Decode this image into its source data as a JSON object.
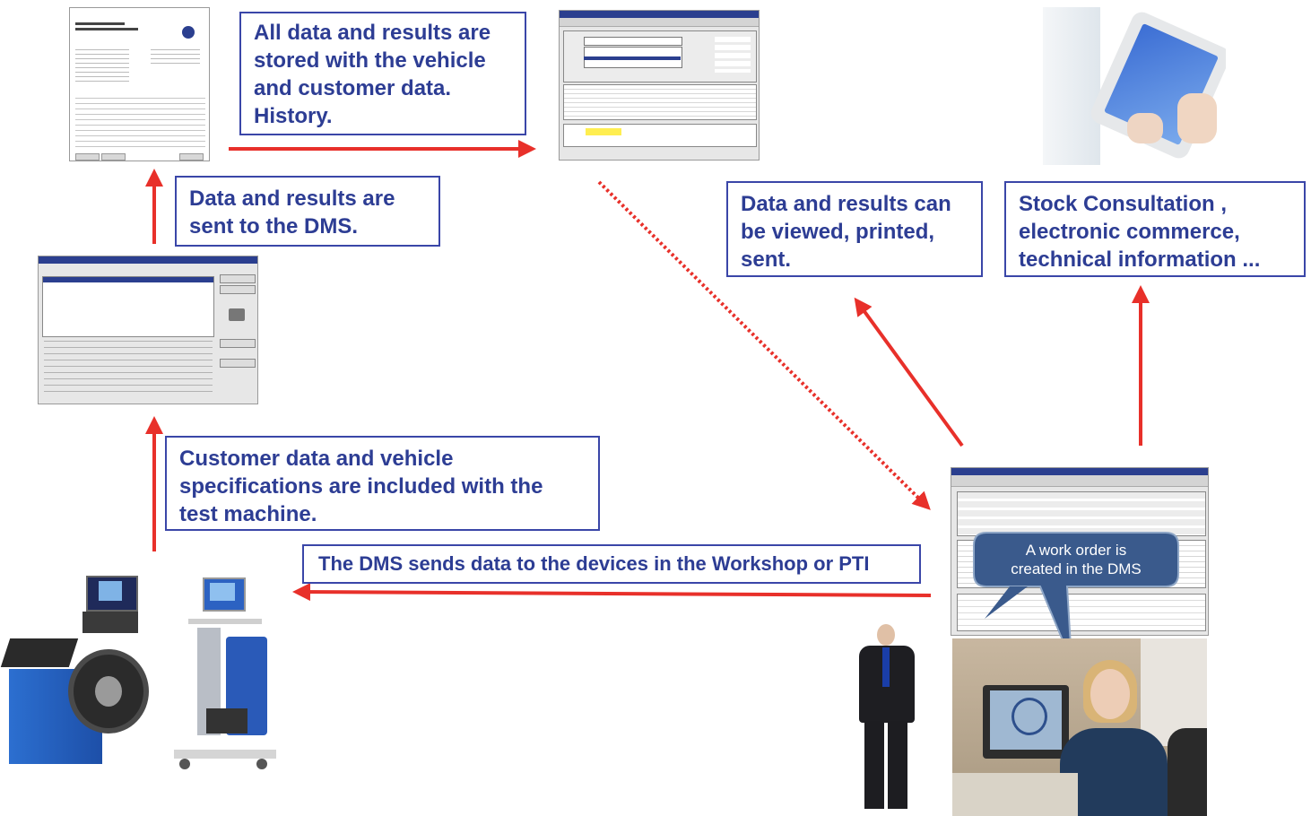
{
  "boxes": {
    "stored": "All data and results are\nstored with the vehicle\nand customer data.\nHistory.",
    "sent_dms": "Data and results are\nsent to the DMS.",
    "viewed": "Data and results can\nbe viewed, printed,\nsent.",
    "stock": "Stock Consultation ,\nelectronic commerce,\ntechnical information  ...",
    "customer": "Customer data and vehicle\nspecifications are included with the\ntest machine.",
    "dms_sends": "The DMS sends data to the devices in the Workshop or  PTI"
  },
  "callout": "A work order is\ncreated in the DMS",
  "colors": {
    "accent": "#e8302a",
    "box_text": "#2d3d94",
    "box_border": "#3a46a8",
    "callout": "#3a5a8c"
  }
}
